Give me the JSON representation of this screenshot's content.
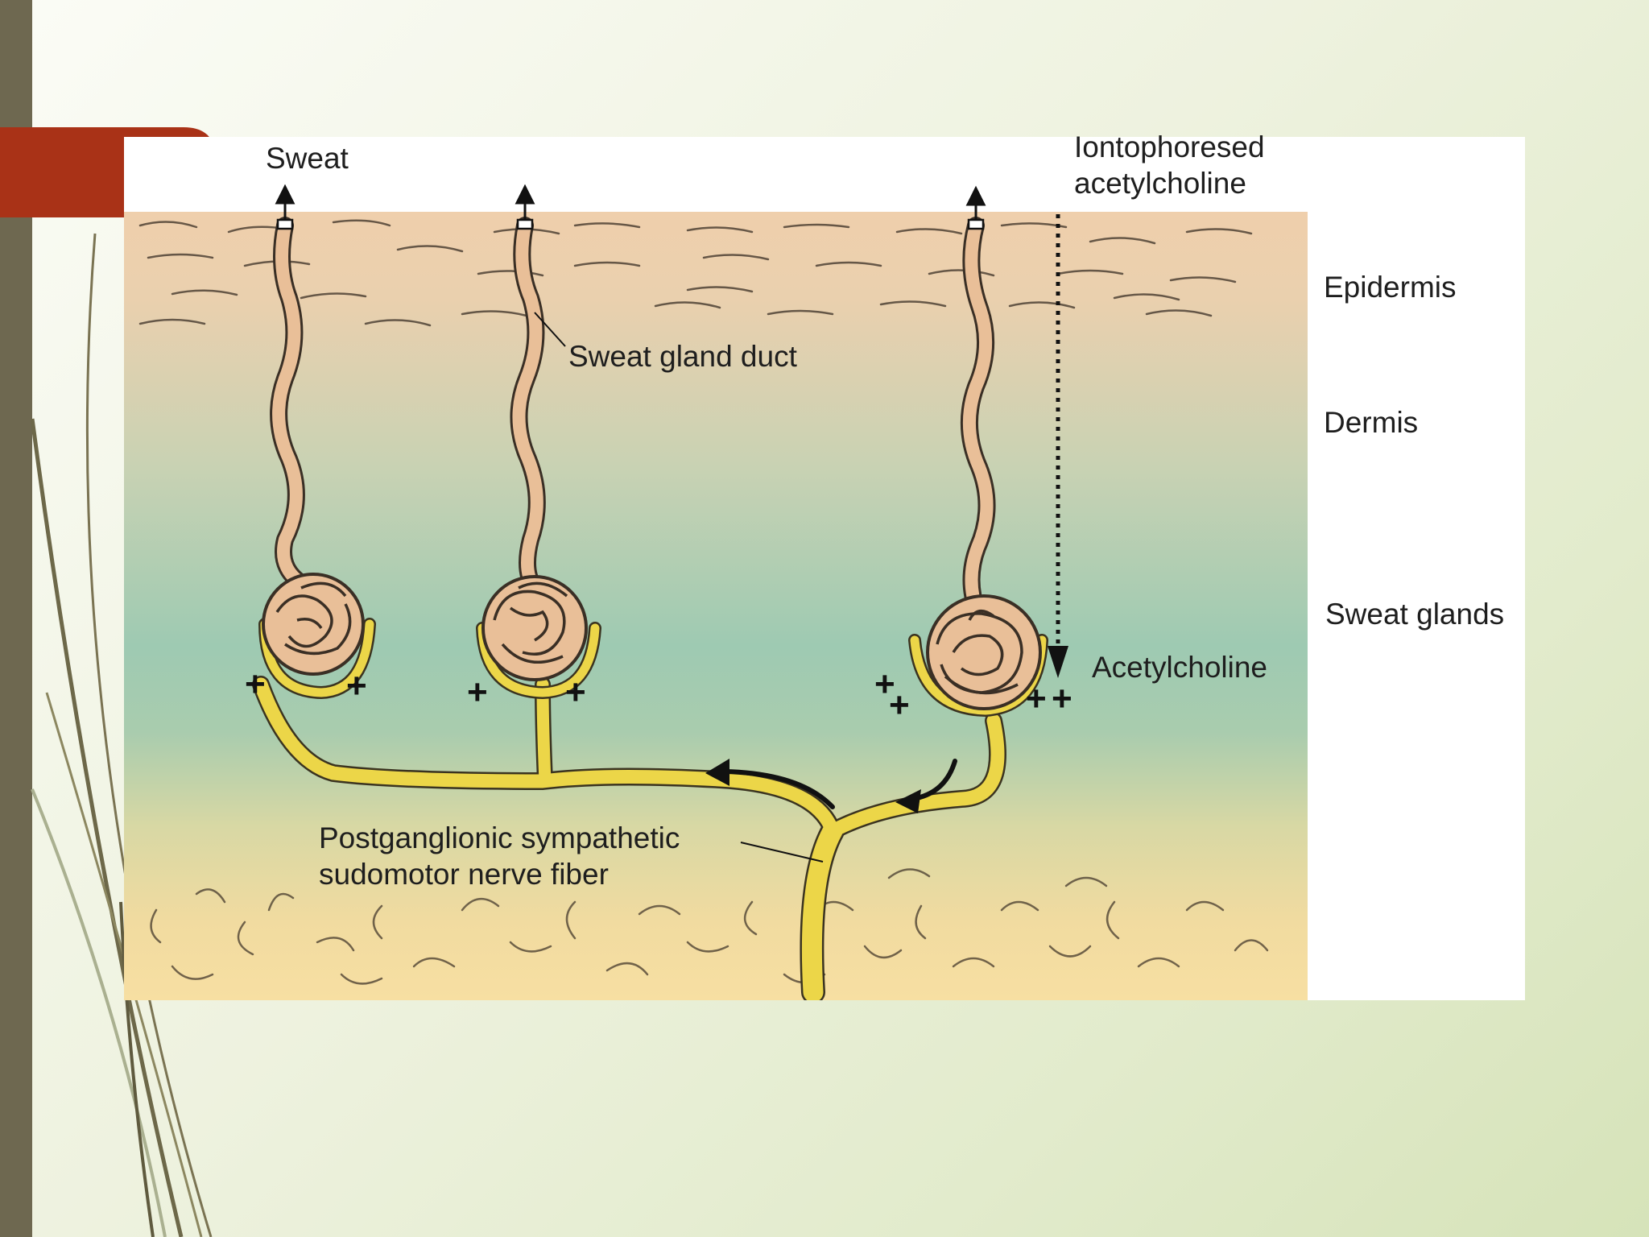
{
  "slide": {
    "left_bar_color": "#6e6850",
    "tab_color": "#a93217"
  },
  "figure": {
    "labels": {
      "sweat": "Sweat",
      "iontophoresed": "Iontophoresed\nacetylcholine",
      "epidermis": "Epidermis",
      "dermis": "Dermis",
      "sweat_glands": "Sweat glands",
      "sweat_gland_duct": "Sweat gland duct",
      "acetylcholine": "Acetylcholine",
      "nerve_fiber": "Postganglionic sympathetic\nsudomotor nerve fiber"
    },
    "plus_sign": "+",
    "colors": {
      "epidermis": "#efd0ae",
      "dermis": "#a3cbb2",
      "subcutis": "#f6dea1",
      "duct": "#e9bf98",
      "nerve": "#ecd648",
      "ink": "#111111"
    }
  }
}
